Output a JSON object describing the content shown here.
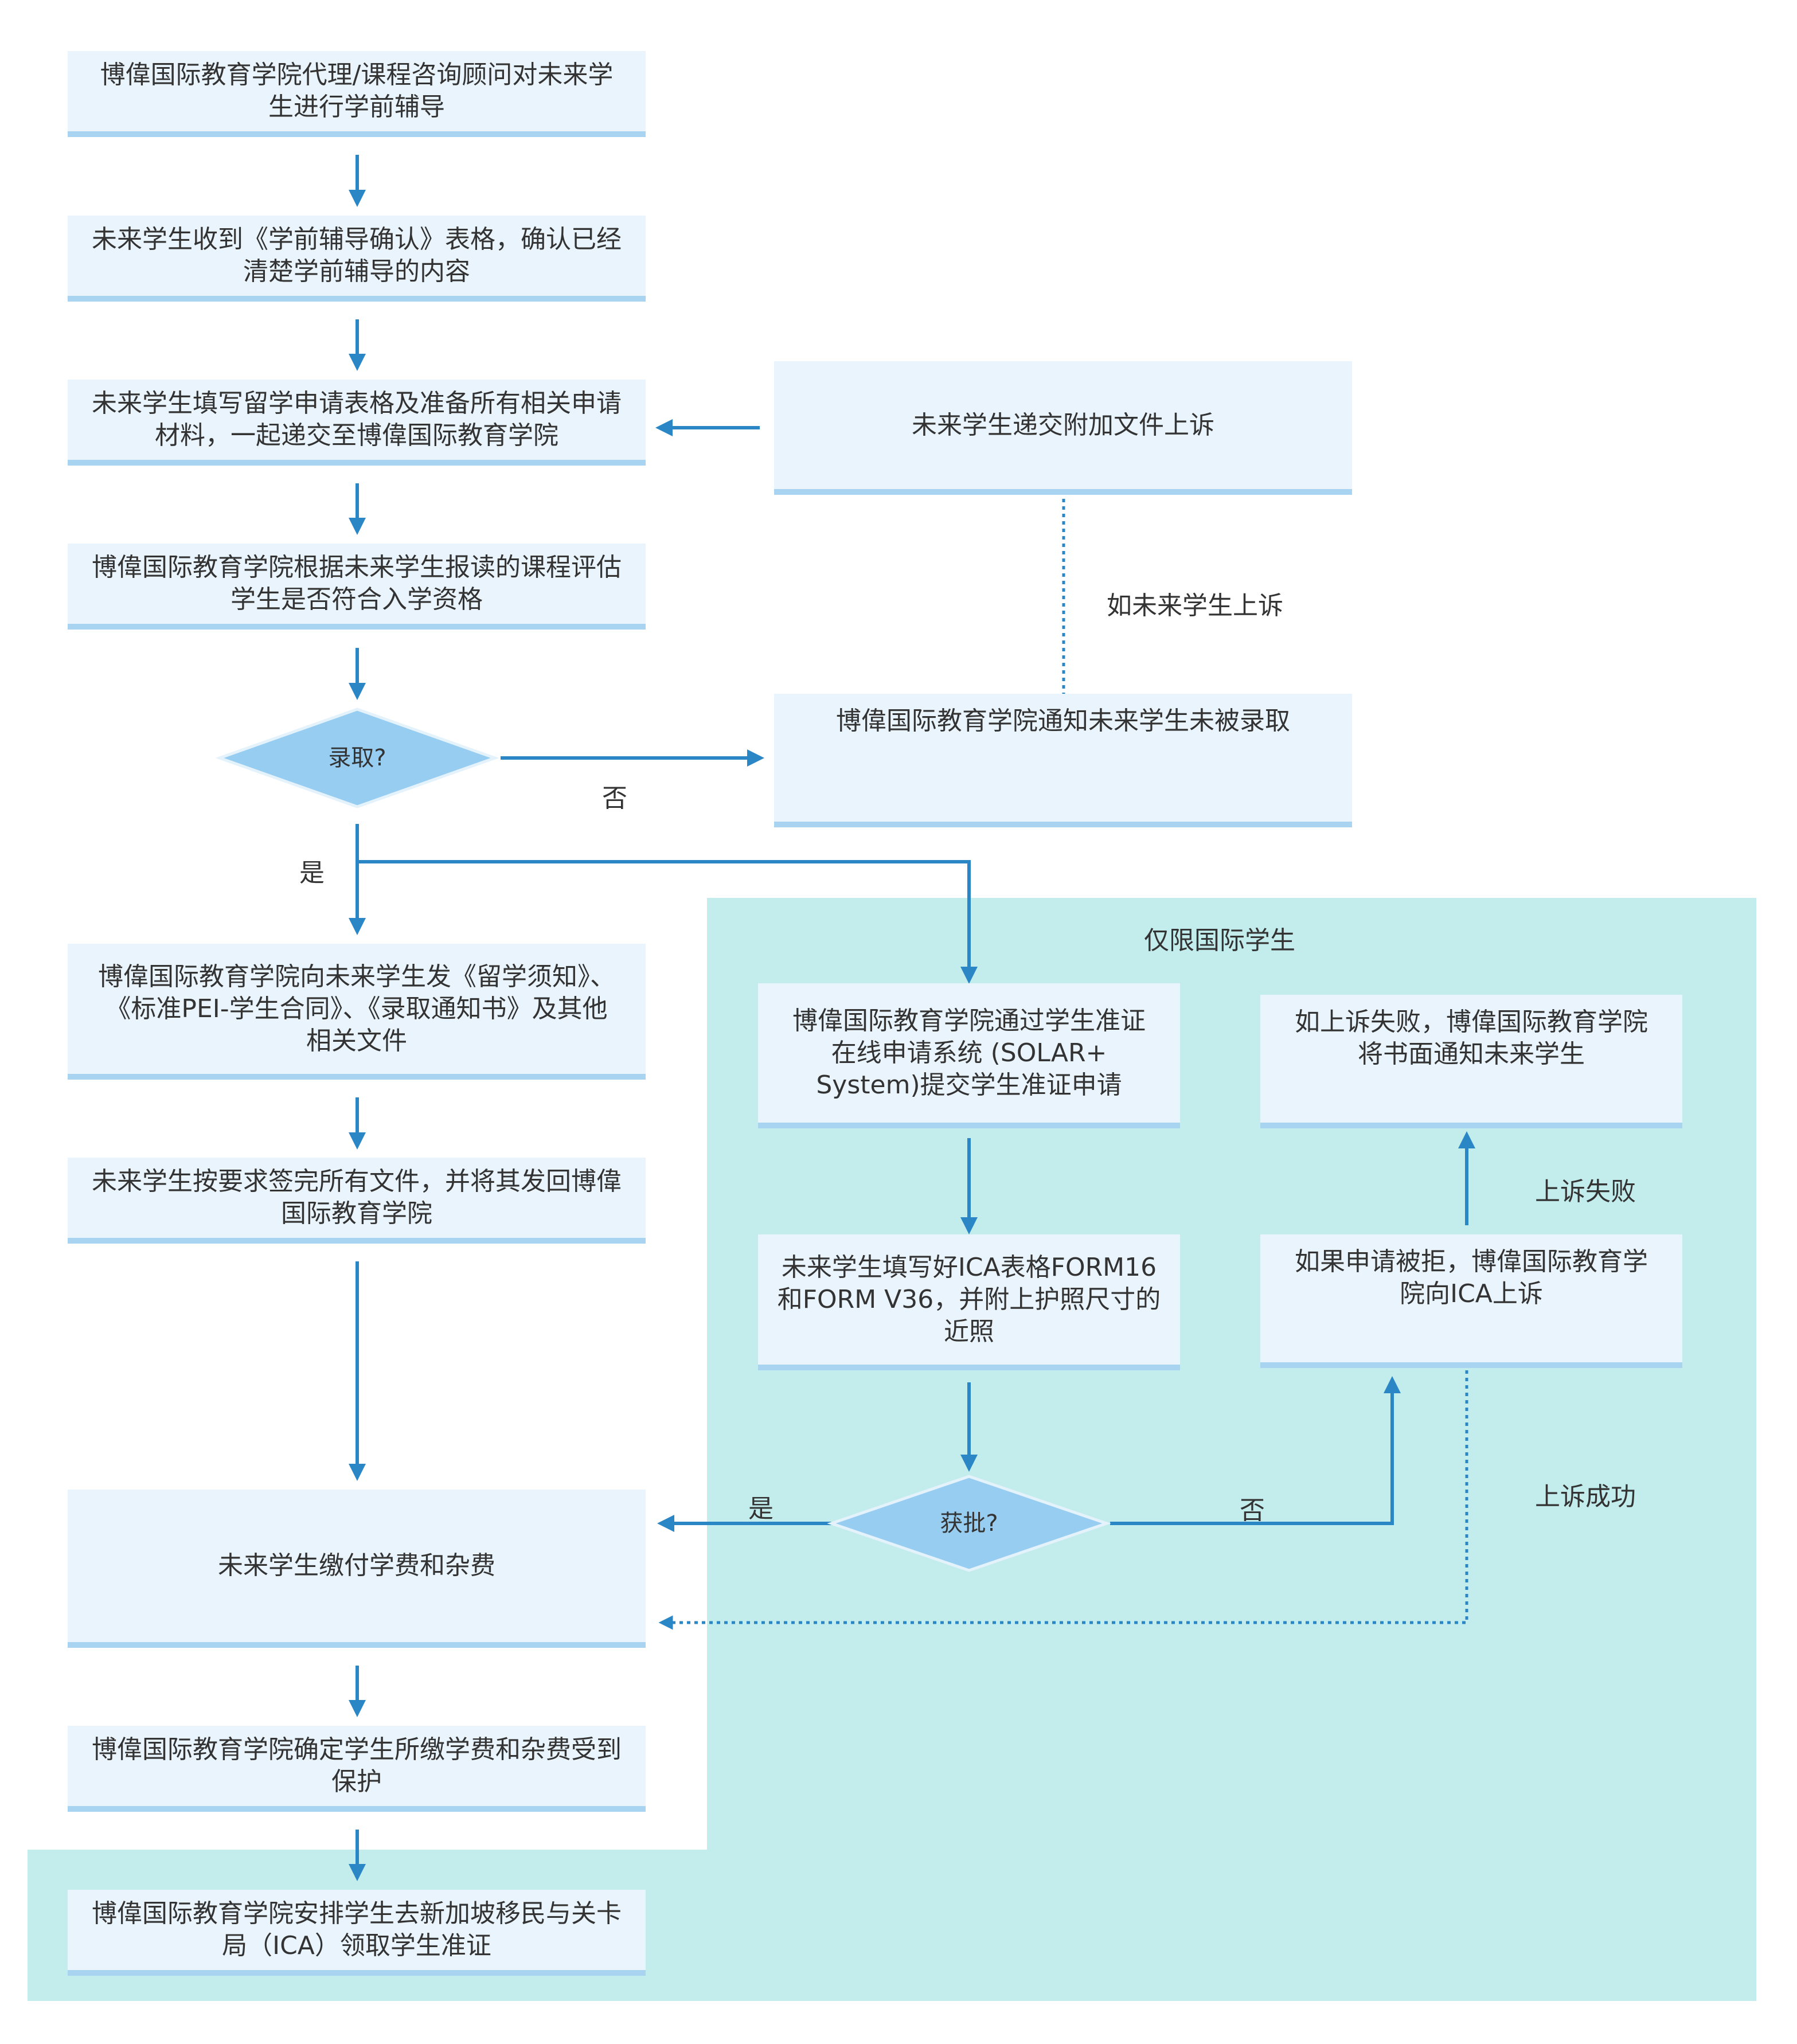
{
  "region_label": "仅限国际学生",
  "boxes": {
    "b1": "博偉国际教育学院代理/课程咨询顾问对未来学\n生进行学前辅导",
    "b2": "未来学生收到《学前辅导确认》表格，确认已经\n清楚学前辅导的内容",
    "b3": "未来学生填写留学申请表格及准备所有相关申请\n材料，一起递交至博偉国际教育学院",
    "b4": "博偉国际教育学院根据未来学生报读的课程评估\n学生是否符合入学资格",
    "b5": "博偉国际教育学院向未来学生发《留学须知》、\n《标准PEI-学生合同》、《录取通知书》及其他\n相关文件",
    "b6": "未来学生按要求签完所有文件，并将其发回博偉\n国际教育学院",
    "b7": "未来学生缴付学费和杂费",
    "b8": "博偉国际教育学院确定学生所缴学费和杂费受到\n保护",
    "b9": "博偉国际教育学院安排学生去新加坡移民与关卡\n局（ICA）领取学生准证",
    "r1": "未来学生递交附加文件上诉",
    "r2": "博偉国际教育学院通知未来学生未被录取",
    "s1": "博偉国际教育学院通过学生准证\n在线申请系统 (SOLAR+\nSystem)提交学生准证申请",
    "s2": "未来学生填写好ICA表格FORM16\n和FORM V36，并附上护照尺寸的\n近照",
    "s3": "如上诉失败，博偉国际教育学院\n将书面通知未来学生",
    "s4": "如果申请被拒，博偉国际教育学\n院向ICA上诉"
  },
  "decisions": {
    "d1": "录取?",
    "d2": "获批?"
  },
  "labels": {
    "no1": "否",
    "yes1": "是",
    "appeal_if": "如未来学生上诉",
    "yes2": "是",
    "no2": "否",
    "appeal_fail": "上诉失败",
    "appeal_success": "上诉成功"
  },
  "colors": {
    "arrow": "#2b86c6",
    "box_fill": "#e9f4fd",
    "box_border": "#a8d4f2",
    "diamond": "#96cdf1",
    "region": "#c3ecec"
  }
}
